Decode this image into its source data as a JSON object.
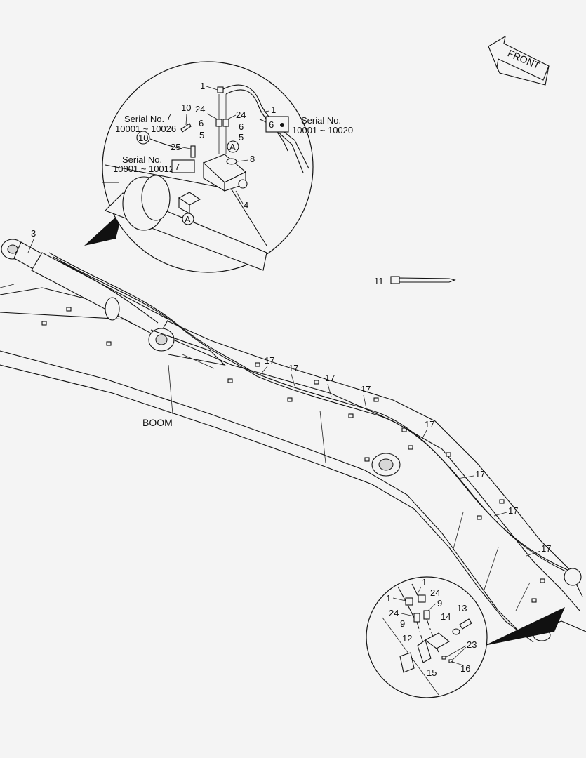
{
  "diagram": {
    "front_label": "FRONT",
    "boom_label": "BOOM",
    "detail_top": {
      "serial_1_title": "Serial No.",
      "serial_1_range": "10001 ~ 10026",
      "serial_2_title": "Serial No.",
      "serial_2_range": "10001 ~ 10012",
      "serial_3_title": "Serial No.",
      "serial_3_range": "10001 ~ 10020",
      "marker_a": "A",
      "marker_a2": "A",
      "boxed_6": "6",
      "boxed_7": "7",
      "circled_10": "10",
      "callouts": [
        "1",
        "1",
        "24",
        "24",
        "6",
        "6",
        "5",
        "5",
        "7",
        "10",
        "25",
        "8",
        "4"
      ]
    },
    "detail_bottom": {
      "callouts": [
        "1",
        "1",
        "24",
        "24",
        "9",
        "9",
        "13",
        "14",
        "12",
        "23",
        "16",
        "15"
      ]
    },
    "main_callouts": {
      "part_3": "3",
      "part_11": "11",
      "part_17": [
        "17",
        "17",
        "17",
        "17",
        "17",
        "17",
        "17",
        "17"
      ]
    }
  }
}
